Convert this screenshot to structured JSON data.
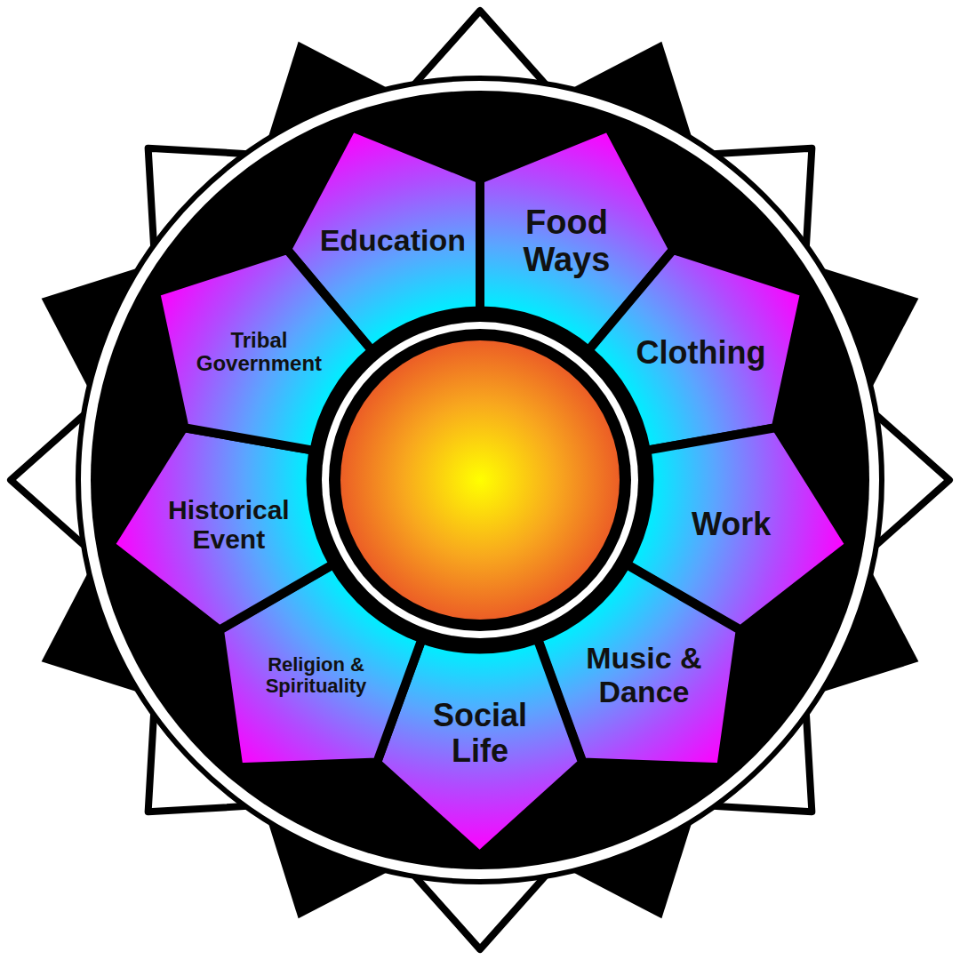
{
  "diagram": {
    "nodes": [
      {
        "text": [
          "Education"
        ]
      },
      {
        "text": [
          "Food Ways"
        ]
      },
      {
        "text": [
          "Clothing"
        ]
      },
      {
        "text": [
          "Work"
        ]
      },
      {
        "text": [
          "Music & Dance"
        ]
      },
      {
        "text": [
          "Social Life"
        ]
      },
      {
        "text": [
          "Religion & Spirituality"
        ]
      },
      {
        "text": [
          "Historical Event"
        ]
      },
      {
        "text": [
          "Tribal Government"
        ]
      }
    ]
  }
}
